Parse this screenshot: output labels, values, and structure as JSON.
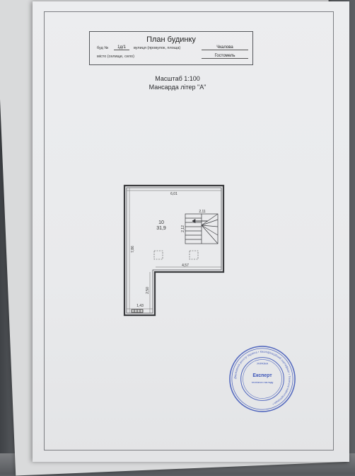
{
  "header": {
    "title": "План будинку",
    "house_label": "буд №",
    "house_number": "1д/1",
    "street_label": "вулиця (провулок, площа)",
    "street_value": "Чкалова",
    "city_label": "місто (селище, село)",
    "city_value": "Гостомель"
  },
  "scale": "Масштаб 1:100",
  "floor": "Мансарда літер \"А\"",
  "plan": {
    "room_number": "10",
    "room_area": "31,9",
    "dims": {
      "top": "6,01",
      "left": "7,86",
      "stair_width": "2,11",
      "stair_height": "2,12",
      "mid": "4,57",
      "lower_left": "2,50",
      "bottom": "1,43"
    }
  },
  "seal": {
    "center": "Експерт",
    "inner_text": "технічного нагляду",
    "ring_text": "Державний реєстр Україна • Кваліфікаційний сертифікат • Технічна інвентаризація •",
    "country": "УКРАЇНА"
  }
}
